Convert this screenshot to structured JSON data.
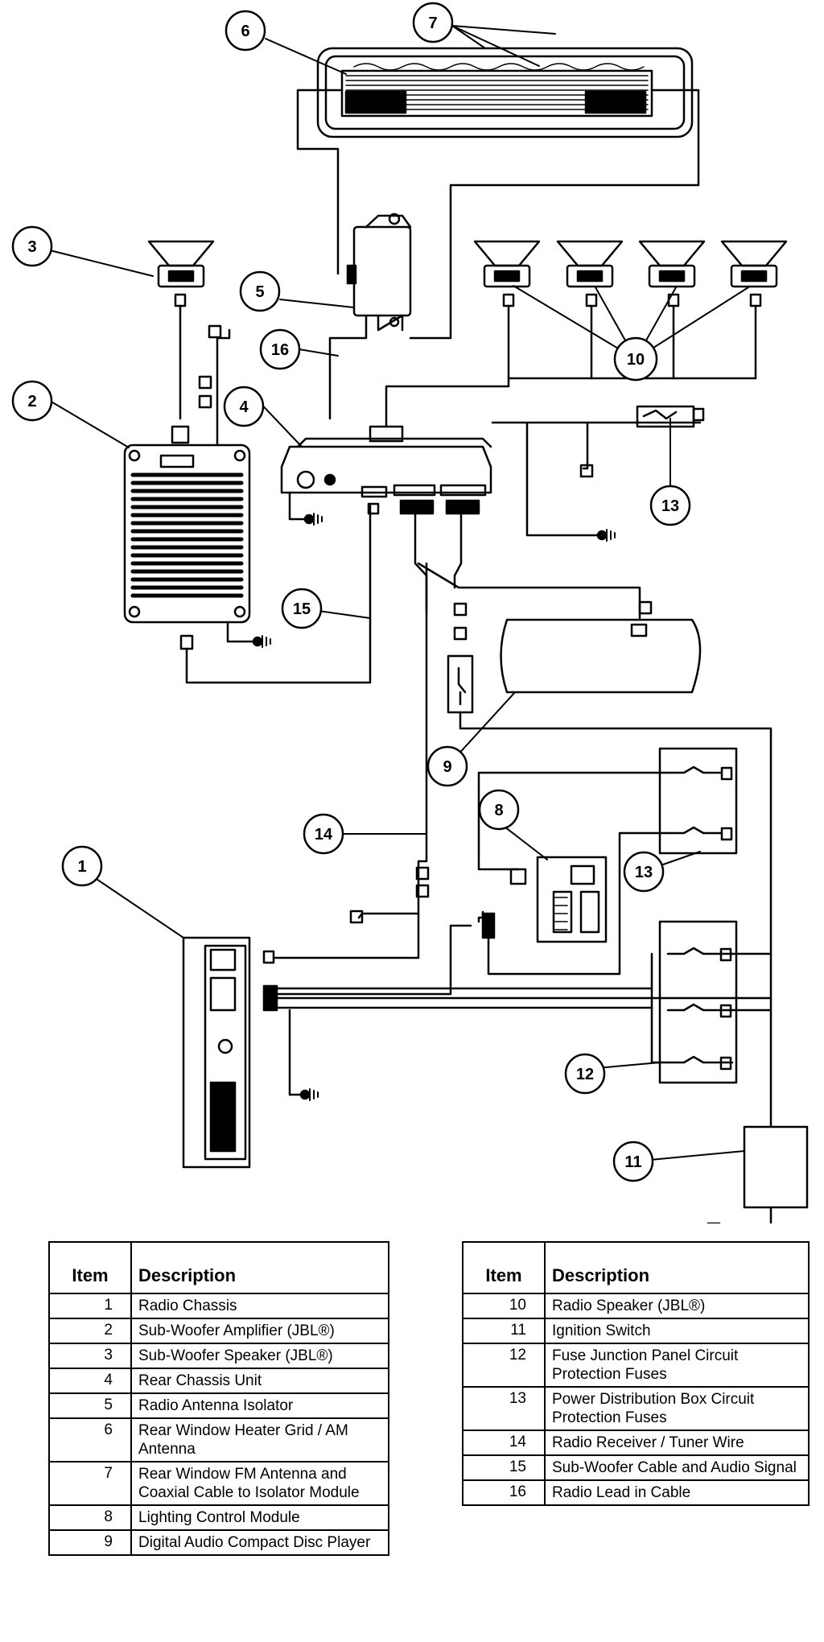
{
  "callouts": [
    "1",
    "2",
    "3",
    "4",
    "5",
    "6",
    "7",
    "8",
    "9",
    "10",
    "11",
    "12",
    "13",
    "14",
    "15",
    "16"
  ],
  "tables": {
    "header_item": "Item",
    "header_desc": "Description",
    "left": [
      {
        "item": "1",
        "desc": "Radio Chassis"
      },
      {
        "item": "2",
        "desc": "Sub-Woofer Amplifier (JBL®)"
      },
      {
        "item": "3",
        "desc": "Sub-Woofer Speaker (JBL®)"
      },
      {
        "item": "4",
        "desc": "Rear Chassis Unit"
      },
      {
        "item": "5",
        "desc": "Radio Antenna Isolator"
      },
      {
        "item": "6",
        "desc": "Rear Window Heater Grid / AM Antenna"
      },
      {
        "item": "7",
        "desc": "Rear Window FM Antenna and Coaxial Cable to Isolator Module"
      },
      {
        "item": "8",
        "desc": "Lighting Control Module"
      },
      {
        "item": "9",
        "desc": "Digital Audio Compact Disc Player"
      }
    ],
    "right": [
      {
        "item": "10",
        "desc": "Radio Speaker (JBL®)"
      },
      {
        "item": "11",
        "desc": "Ignition Switch"
      },
      {
        "item": "12",
        "desc": "Fuse Junction Panel Circuit Protection Fuses"
      },
      {
        "item": "13",
        "desc": "Power Distribution Box Circuit Protection Fuses"
      },
      {
        "item": "14",
        "desc": "Radio Receiver / Tuner Wire"
      },
      {
        "item": "15",
        "desc": "Sub-Woofer Cable and Audio Signal"
      },
      {
        "item": "16",
        "desc": "Radio Lead in Cable"
      }
    ]
  }
}
